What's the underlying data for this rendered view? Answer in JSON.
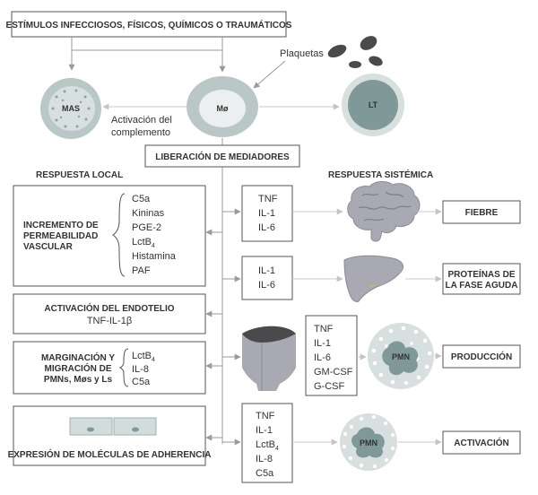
{
  "top_box": "ESTÍMULOS INFECCIOSOS, FÍSICOS, QUÍMICOS O TRAUMÁTICOS",
  "cells": {
    "mas": "MAS",
    "mo": "Mø",
    "lt": "LT",
    "pmn1": "PMN",
    "pmn2": "PMN"
  },
  "plaquetas": "Plaquetas",
  "complemento": {
    "line1": "Activación del",
    "line2": "complemento"
  },
  "liberacion": "LIBERACIÓN DE MEDIADORES",
  "respuesta_local": "RESPUESTA LOCAL",
  "respuesta_sistemica": "RESPUESTA SISTÉMICA",
  "permeabilidad": {
    "title": [
      "INCREMENTO DE",
      "PERMEABILIDAD",
      "VASCULAR"
    ],
    "items": [
      "C5a",
      "Kininas",
      "PGE-2",
      "LctB",
      "Histamina",
      "PAF"
    ],
    "sub4": "4"
  },
  "endotelio": {
    "title": "ACTIVACIÓN DEL ENDOTELIO",
    "items": "TNF-IL-1β"
  },
  "marginacion": {
    "title": [
      "MARGINACIÓN Y",
      "MIGRACIÓN DE",
      "PMNs, Møs y Ls"
    ],
    "items": [
      "LctB",
      "IL-8",
      "C5a"
    ],
    "sub4": "4"
  },
  "adherencia": {
    "title": "EXPRESIÓN DE MOLÉCULAS DE ADHERENCIA"
  },
  "mediators": {
    "m1": [
      "TNF",
      "IL-1",
      "IL-6"
    ],
    "m2": [
      "IL-1",
      "IL-6"
    ],
    "m3": [
      "TNF",
      "IL-1",
      "IL-6",
      "GM-CSF",
      "G-CSF"
    ],
    "m4": [
      "TNF",
      "IL-1",
      "LctB",
      "IL-8",
      "C5a"
    ],
    "sub4": "4"
  },
  "outcomes": {
    "fiebre": "FIEBRE",
    "proteinas": [
      "PROTEÍNAS DE",
      "LA FASE AGUDA"
    ],
    "produccion": "PRODUCCIÓN",
    "activacion": "ACTIVACIÓN"
  },
  "colors": {
    "text": "#333333",
    "line": "#9a9a9a",
    "cell": "#b9c7c7",
    "nucleus": "#7f9898",
    "organ": "#a9a9b3",
    "dark": "#4a4a4d"
  }
}
